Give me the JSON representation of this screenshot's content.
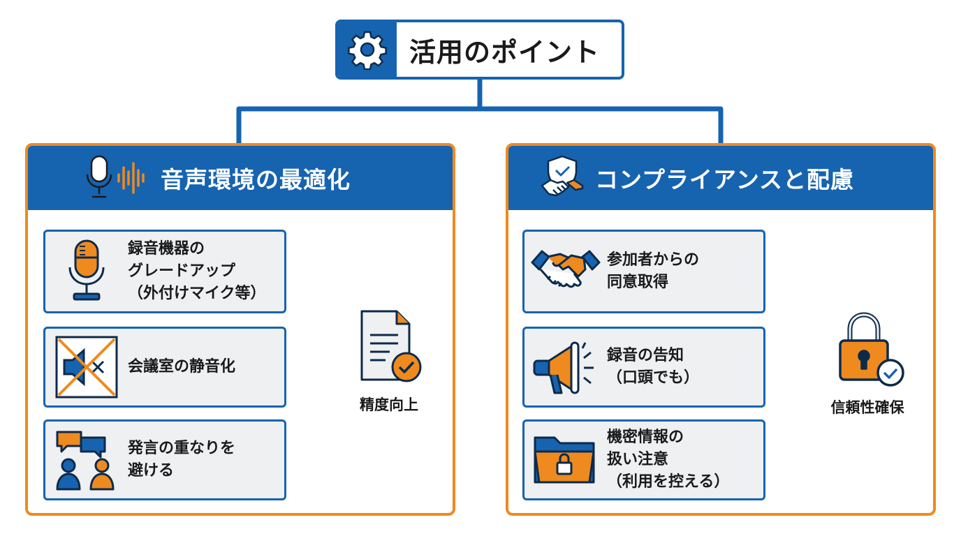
{
  "root": {
    "title": "活用のポイント",
    "icon": "gear-icon"
  },
  "left_panel": {
    "title": "音声環境の最適化",
    "icon": "microphone-soundwave-icon",
    "items": [
      {
        "icon": "microphone-icon",
        "lines": [
          "録音機器の",
          "グレードアップ",
          "（外付けマイク等）"
        ]
      },
      {
        "icon": "mute-speaker-icon",
        "lines": [
          "会議室の静音化"
        ]
      },
      {
        "icon": "conversation-icon",
        "lines": [
          "発言の重なりを",
          "避ける"
        ]
      }
    ],
    "result": {
      "icon": "document-check-icon",
      "label": "精度向上"
    }
  },
  "right_panel": {
    "title": "コンプライアンスと配慮",
    "icon": "shield-handshake-icon",
    "items": [
      {
        "icon": "handshake-icon",
        "lines": [
          "参加者からの",
          "同意取得"
        ]
      },
      {
        "icon": "megaphone-icon",
        "lines": [
          "録音の告知",
          "（口頭でも）"
        ]
      },
      {
        "icon": "locked-folder-icon",
        "lines": [
          "機密情報の",
          "扱い注意",
          "（利用を控える）"
        ]
      }
    ],
    "result": {
      "icon": "padlock-check-icon",
      "label": "信頼性確保"
    }
  },
  "colors": {
    "blue": "#1663b0",
    "orange": "#ef8a1f",
    "card_bg": "#eef0f2"
  }
}
